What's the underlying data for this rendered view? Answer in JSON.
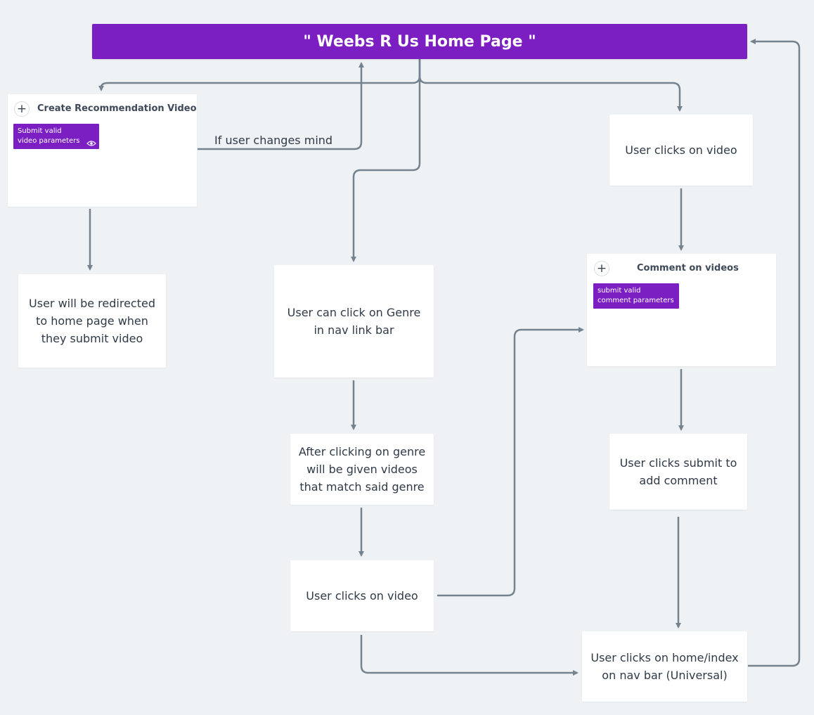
{
  "header": {
    "title": "\" Weebs R Us Home Page \""
  },
  "cards": {
    "create": {
      "title": "Create Recommendation Video",
      "tag": "Submit valid video parameters",
      "add_icon": "plus-icon",
      "tag_icon": "eye-icon"
    },
    "comment": {
      "title": "Comment on videos",
      "tag": "submit valid comment parameters",
      "add_icon": "plus-icon"
    }
  },
  "nodes": {
    "redirect": "User will be redirected to home page when they submit video",
    "genre_click": "User can click on Genre in nav link bar",
    "genre_results": "After clicking on genre will be given videos that match said genre",
    "genre_video_click": "User clicks on video",
    "video_click": "User clicks on video",
    "submit_comment": "User clicks submit to add comment",
    "home_click": "User clicks on home/index on nav bar (Universal)"
  },
  "edge_labels": {
    "changes_mind": "If user changes mind"
  },
  "colors": {
    "header_bg": "#7b1fc2",
    "tag_bg": "#7b1fc2",
    "connector": "#75838f",
    "canvas_bg": "#eff2f5"
  }
}
